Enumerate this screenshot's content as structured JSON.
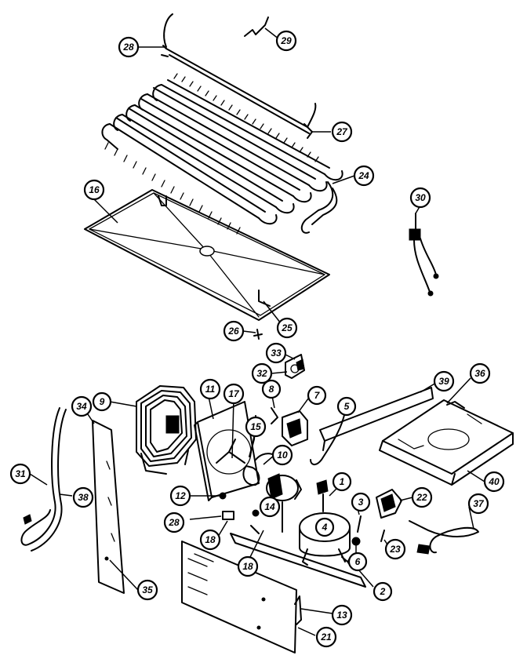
{
  "callouts": [
    {
      "id": "c28a",
      "label": "28"
    },
    {
      "id": "c29",
      "label": "29"
    },
    {
      "id": "c27",
      "label": "27"
    },
    {
      "id": "c24",
      "label": "24"
    },
    {
      "id": "c16",
      "label": "16"
    },
    {
      "id": "c30",
      "label": "30"
    },
    {
      "id": "c25",
      "label": "25"
    },
    {
      "id": "c26",
      "label": "26"
    },
    {
      "id": "c33",
      "label": "33"
    },
    {
      "id": "c32",
      "label": "32"
    },
    {
      "id": "c8",
      "label": "8"
    },
    {
      "id": "c7",
      "label": "7"
    },
    {
      "id": "c9",
      "label": "9"
    },
    {
      "id": "c11",
      "label": "11"
    },
    {
      "id": "c17",
      "label": "17"
    },
    {
      "id": "c15",
      "label": "15"
    },
    {
      "id": "c10",
      "label": "10"
    },
    {
      "id": "c5",
      "label": "5"
    },
    {
      "id": "c39",
      "label": "39"
    },
    {
      "id": "c36",
      "label": "36"
    },
    {
      "id": "c34",
      "label": "34"
    },
    {
      "id": "c31",
      "label": "31"
    },
    {
      "id": "c38",
      "label": "38"
    },
    {
      "id": "c12",
      "label": "12"
    },
    {
      "id": "c28b",
      "label": "28"
    },
    {
      "id": "c14",
      "label": "14"
    },
    {
      "id": "c1",
      "label": "1"
    },
    {
      "id": "c3",
      "label": "3"
    },
    {
      "id": "c22",
      "label": "22"
    },
    {
      "id": "c40",
      "label": "40"
    },
    {
      "id": "c37",
      "label": "37"
    },
    {
      "id": "c4",
      "label": "4"
    },
    {
      "id": "c18a",
      "label": "18"
    },
    {
      "id": "c18b",
      "label": "18"
    },
    {
      "id": "c23",
      "label": "23"
    },
    {
      "id": "c6",
      "label": "6"
    },
    {
      "id": "c2",
      "label": "2"
    },
    {
      "id": "c35",
      "label": "35"
    },
    {
      "id": "c13",
      "label": "13"
    },
    {
      "id": "c21",
      "label": "21"
    }
  ]
}
